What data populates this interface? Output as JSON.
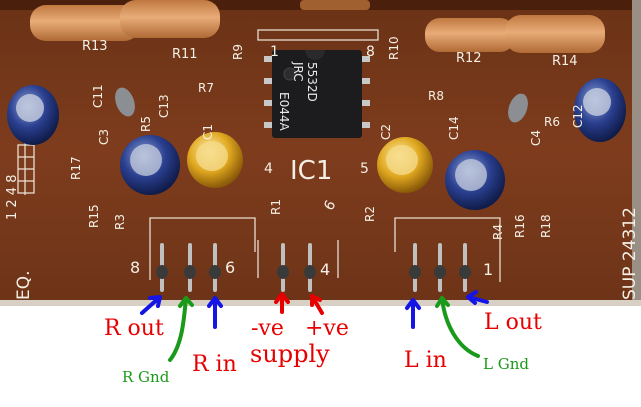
{
  "photo": {
    "board_colors": {
      "pcb": "#7a3a1c",
      "pcb_dark": "#5a2912",
      "silkscreen": "#f4efe4",
      "resistor": "#d99560",
      "film_cap": "#8b8f93"
    },
    "ic_markings": [
      "5532D",
      "JRC",
      "E044A"
    ],
    "board_text": {
      "ic_label": "IC1",
      "part_no": "SUP 24312",
      "eq": "EQ.",
      "dip_numbers": "1 2 4 8",
      "pin_8": "8",
      "pin_1": "1",
      "pin_4": "4",
      "pin_5": "5",
      "header_8": "8",
      "header_6": "6",
      "header_4": "4",
      "header_1": "1",
      "header_dot_6": "6",
      "refs": {
        "r13": "R13",
        "r11": "R11",
        "r9": "R9",
        "r10": "R10",
        "r12": "R12",
        "r14": "R14",
        "c11": "C11",
        "c3": "C3",
        "r5": "R5",
        "c13": "C13",
        "r7": "R7",
        "c1": "C1",
        "r8": "R8",
        "c14": "C14",
        "c2": "C2",
        "r6": "R6",
        "r17": "R17",
        "r15": "R15",
        "r3": "R3",
        "r1": "R1",
        "r2": "R2",
        "r4": "R4",
        "r16": "R16",
        "r18": "R18",
        "c12": "C12",
        "c4": "C4"
      }
    }
  },
  "annotations": {
    "r_out": "R out",
    "r_gnd": "R Gnd",
    "r_in": "R in",
    "neg_ve": "-ve",
    "pos_ve": "+ve",
    "supply": "supply",
    "l_in": "L in",
    "l_out": "L out",
    "l_gnd": "L Gnd",
    "colors": {
      "red": "#e60000",
      "blue": "#1414e6",
      "green": "#1a9a1a"
    }
  }
}
